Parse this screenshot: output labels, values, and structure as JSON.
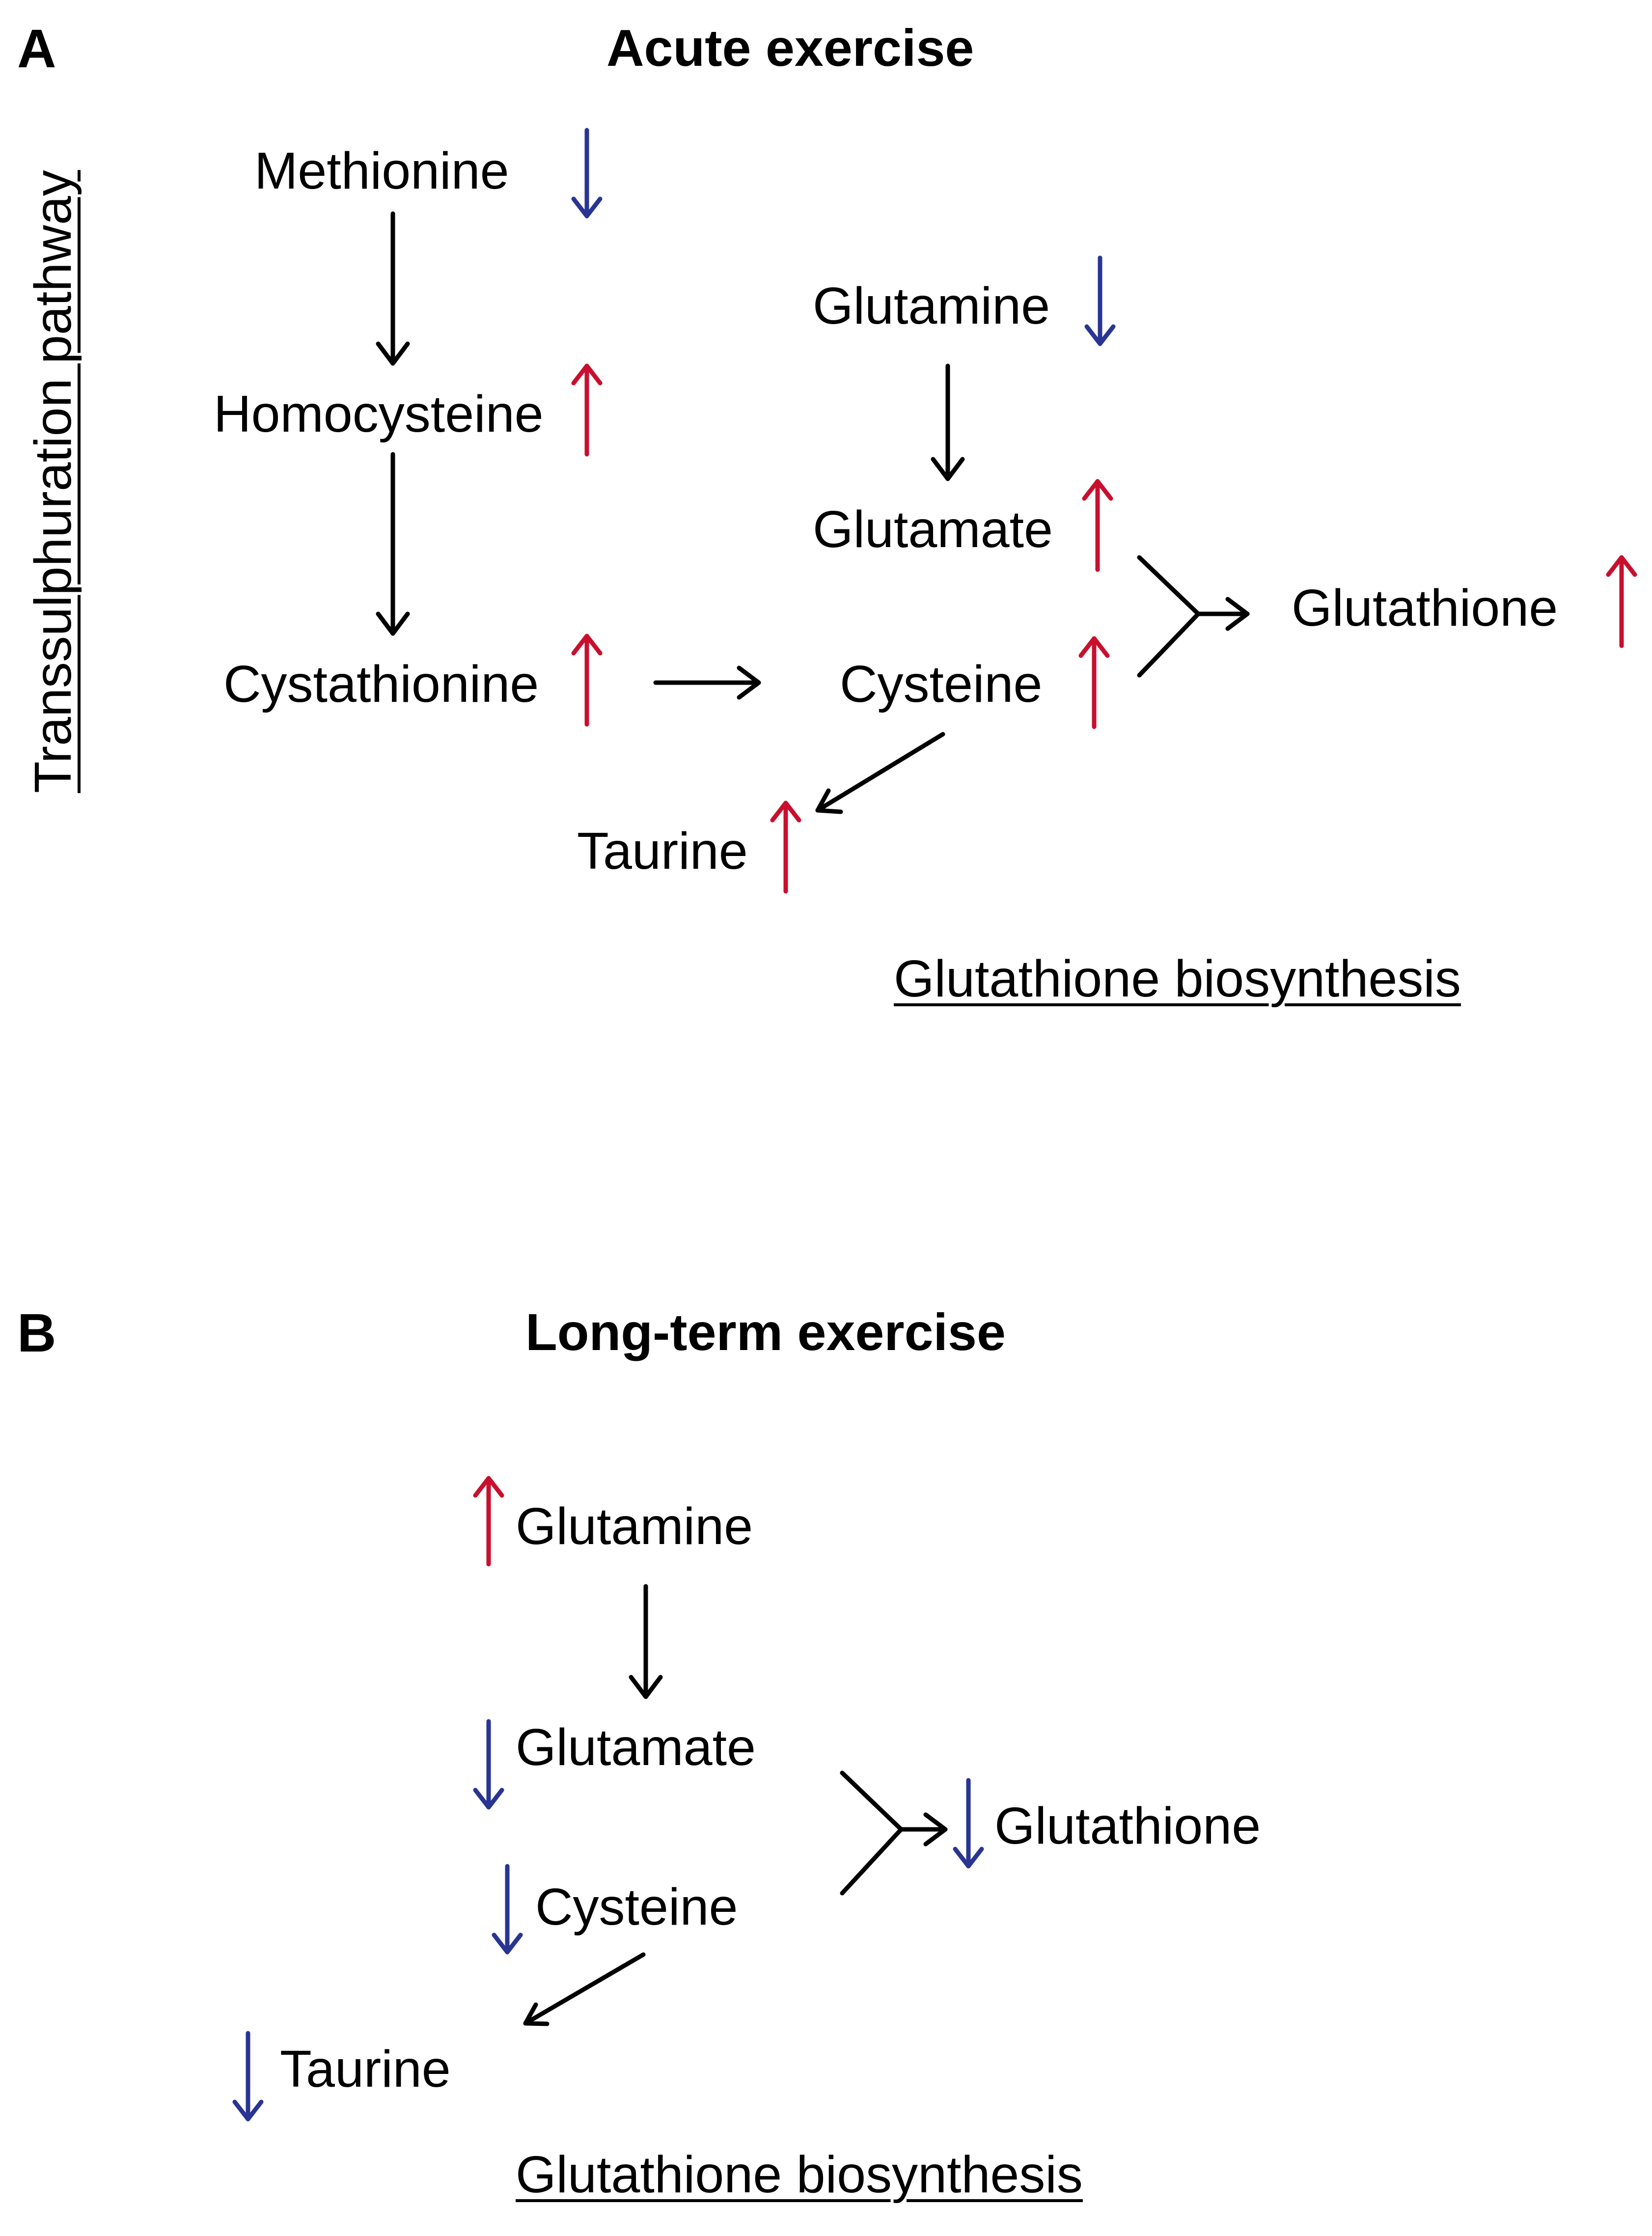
{
  "colors": {
    "up": "#c8102e",
    "down": "#283593",
    "flow": "#000000"
  },
  "panel_a": {
    "letter": "A",
    "title": "Acute exercise",
    "side_label": "Transsulphuration pathway",
    "caption": "Glutathione biosynthesis",
    "metabolites": {
      "methionine": "Methionine",
      "homocysteine": "Homocysteine",
      "cystathionine": "Cystathionine",
      "glutamine": "Glutamine",
      "glutamate": "Glutamate",
      "cysteine": "Cysteine",
      "taurine": "Taurine",
      "glutathione": "Glutathione"
    },
    "changes": {
      "methionine": "down",
      "homocysteine": "up",
      "cystathionine": "up",
      "glutamine": "down",
      "glutamate": "up",
      "cysteine": "up",
      "taurine": "up",
      "glutathione": "up"
    }
  },
  "panel_b": {
    "letter": "B",
    "title": "Long-term exercise",
    "caption": "Glutathione biosynthesis",
    "metabolites": {
      "glutamine": "Glutamine",
      "glutamate": "Glutamate",
      "cysteine": "Cysteine",
      "taurine": "Taurine",
      "glutathione": "Glutathione"
    },
    "changes": {
      "glutamine": "up",
      "glutamate": "down",
      "cysteine": "down",
      "taurine": "down",
      "glutathione": "down"
    }
  }
}
